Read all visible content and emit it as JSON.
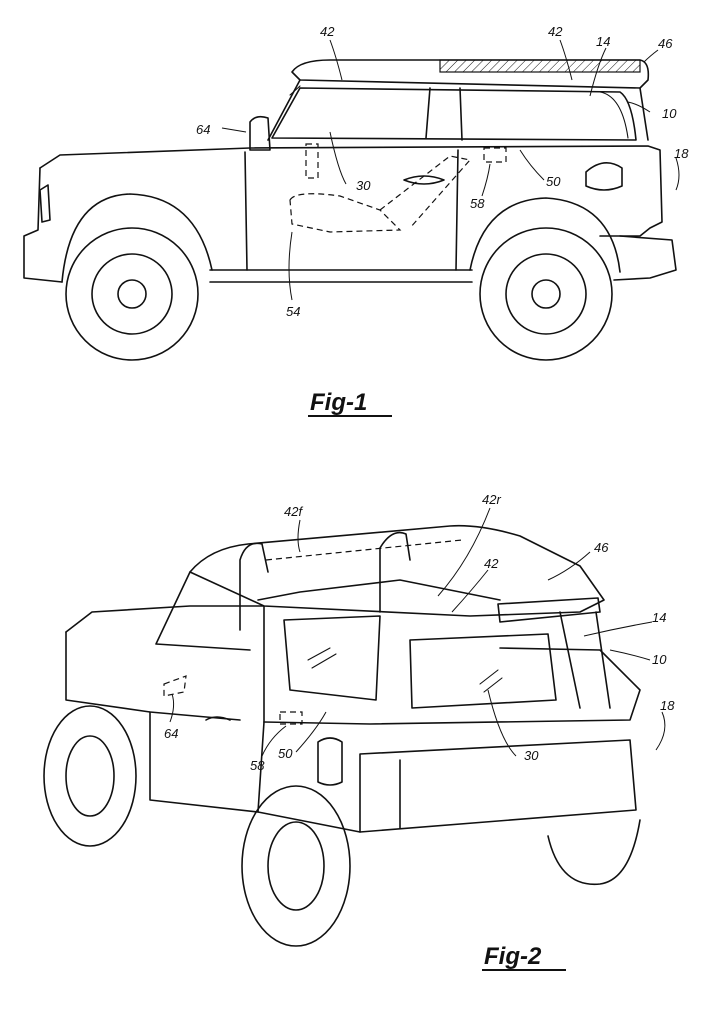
{
  "figures": [
    {
      "caption": "Fig-1",
      "refs": {
        "r42a": "42",
        "r42b": "42",
        "r14": "14",
        "r46": "46",
        "r10": "10",
        "r64": "64",
        "r18": "18",
        "r30": "30",
        "r50": "50",
        "r58": "58",
        "r54": "54"
      }
    },
    {
      "caption": "Fig-2",
      "refs": {
        "r42f": "42f",
        "r42r": "42r",
        "r46": "46",
        "r42": "42",
        "r14": "14",
        "r10": "10",
        "r18": "18",
        "r64": "64",
        "r58": "58",
        "r50": "50",
        "r30": "30"
      }
    }
  ]
}
